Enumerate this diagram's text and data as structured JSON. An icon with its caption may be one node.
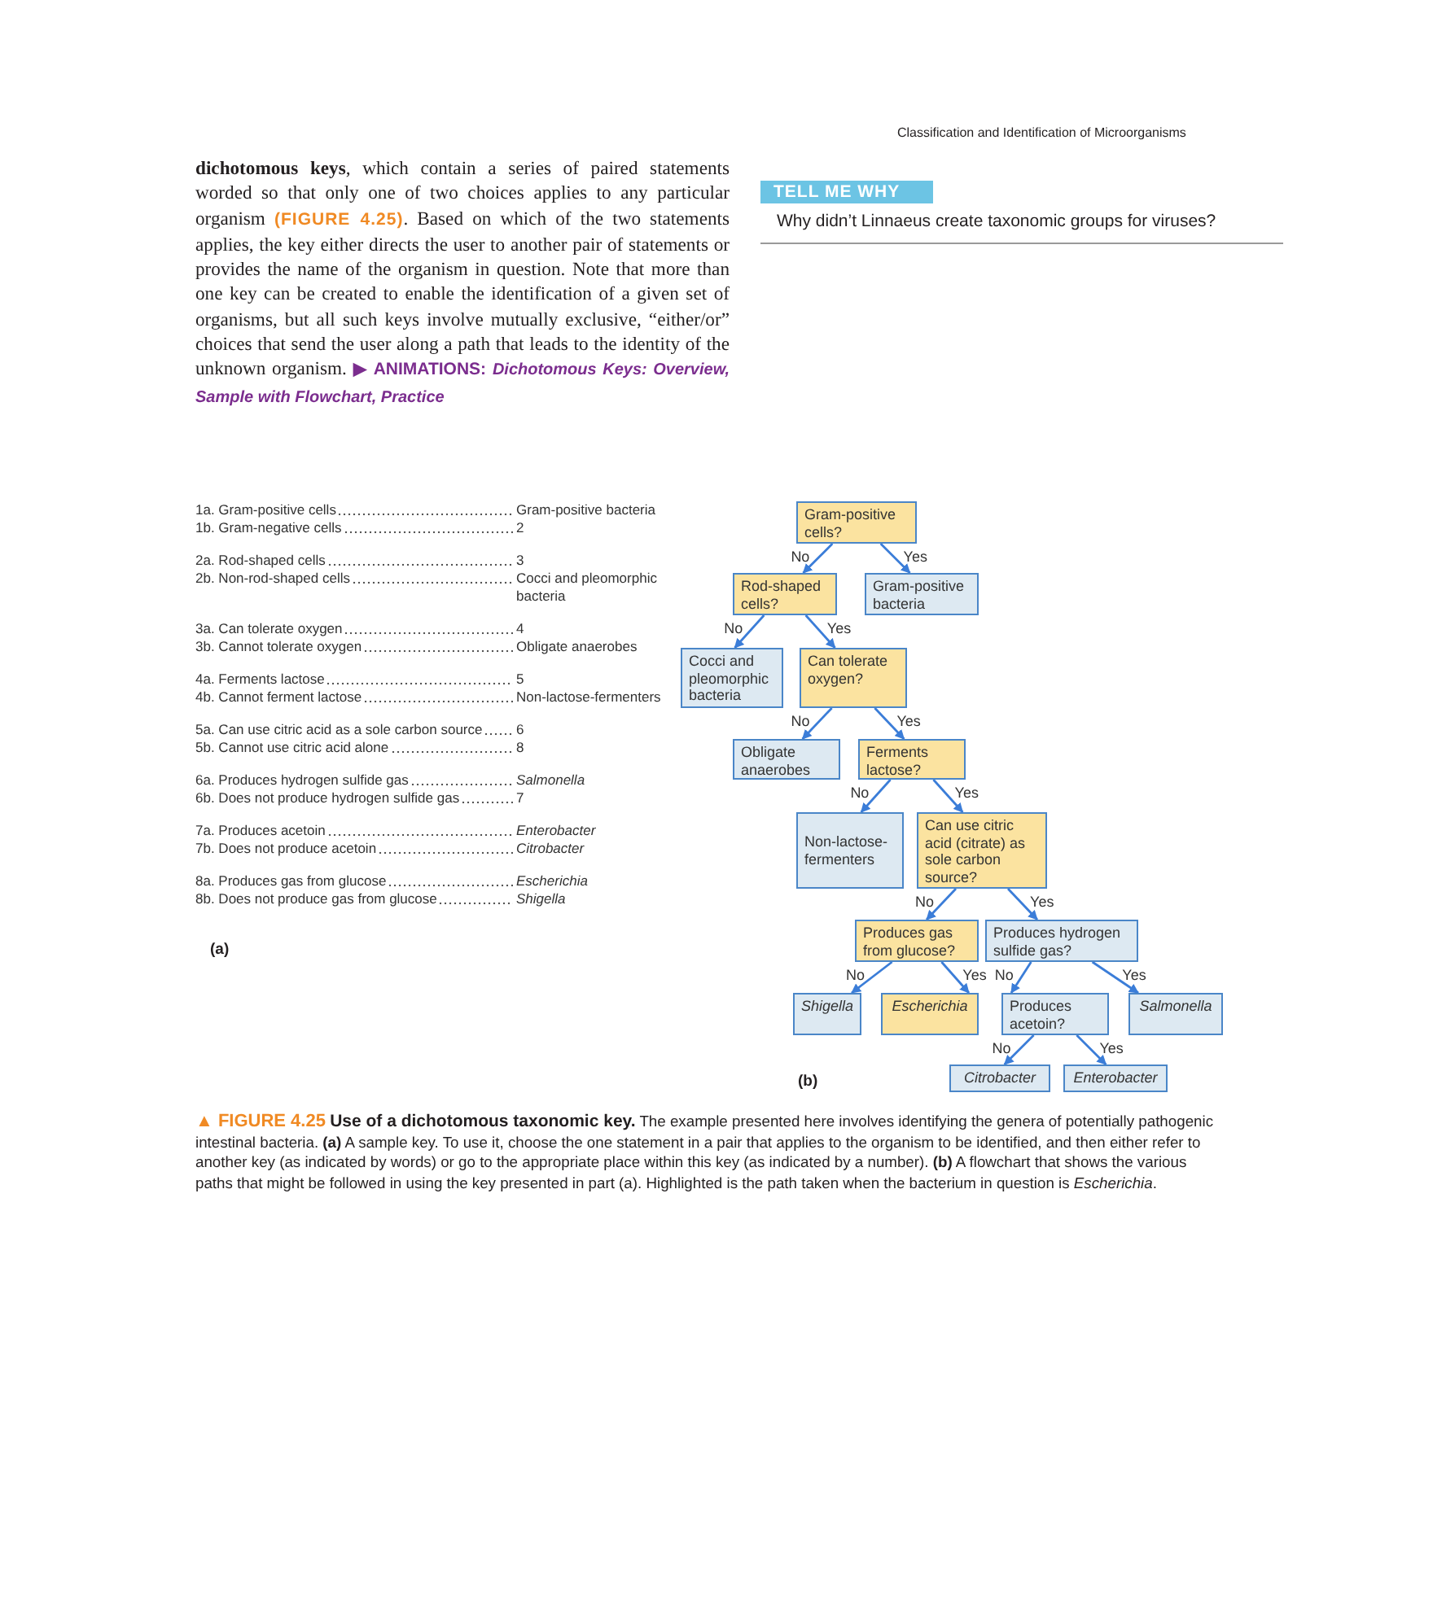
{
  "diagram": {
    "caption": "**▲ FIGURE 4.25** **Use of a dichotomous taxonomic key.** The example presented here involves identifying the genera of potentially pathogenic intestinal bacteria. **(a)** A sample key. To use it, choose the one statement in a pair that applies to the organism to be identified, and then either refer to another key (as indicated by words) or go to the appropriate place within this key (as indicated by a number). **(b)** A flowchart that shows the various paths that might be followed in using the key presented in part (a). Highlighted is the path taken when the bacterium in question is *Escherichia*.",
    "nodes": [
      {
        "text": [
          "Gram-positive cells?"
        ]
      },
      {
        "text": [
          "Rod-shaped cells?"
        ]
      },
      {
        "text": [
          "Gram-positive bacteria"
        ]
      },
      {
        "text": [
          "Cocci and pleomorphic bacteria"
        ]
      },
      {
        "text": [
          "Can tolerate oxygen?"
        ]
      },
      {
        "text": [
          "Obligate anaerobes"
        ]
      },
      {
        "text": [
          "Ferments lactose?"
        ]
      },
      {
        "text": [
          "Non-lactose-fermenters"
        ]
      },
      {
        "text": [
          "Can use citric acid (citrate) as sole carbon source?"
        ]
      },
      {
        "text": [
          "Produces gas from glucose?"
        ]
      },
      {
        "text": [
          "Produces hydrogen sulfide gas?"
        ]
      },
      {
        "text": [
          "Shigella"
        ]
      },
      {
        "text": [
          "Escherichia"
        ]
      },
      {
        "text": [
          "Produces acetoin?"
        ]
      },
      {
        "text": [
          "Salmonella"
        ]
      },
      {
        "text": [
          "Citrobacter"
        ]
      },
      {
        "text": [
          "Enterobacter"
        ]
      }
    ],
    "edges": [
      {
        "from": 0,
        "to": 1,
        "arrow": "to",
        "label": "No"
      },
      {
        "from": 0,
        "to": 2,
        "arrow": "to",
        "label": "Yes"
      },
      {
        "from": 1,
        "to": 3,
        "arrow": "to",
        "label": "No"
      },
      {
        "from": 1,
        "to": 4,
        "arrow": "to",
        "label": "Yes"
      },
      {
        "from": 4,
        "to": 5,
        "arrow": "to",
        "label": "No"
      },
      {
        "from": 4,
        "to": 6,
        "arrow": "to",
        "label": "Yes"
      },
      {
        "from": 6,
        "to": 7,
        "arrow": "to",
        "label": "No"
      },
      {
        "from": 6,
        "to": 8,
        "arrow": "to",
        "label": "Yes"
      },
      {
        "from": 8,
        "to": 9,
        "arrow": "to",
        "label": "No"
      },
      {
        "from": 8,
        "to": 10,
        "arrow": "to",
        "label": "Yes"
      },
      {
        "from": 9,
        "to": 11,
        "arrow": "to",
        "label": "No"
      },
      {
        "from": 9,
        "to": 12,
        "arrow": "to",
        "label": "Yes"
      },
      {
        "from": 10,
        "to": 13,
        "arrow": "to",
        "label": "No"
      },
      {
        "from": 10,
        "to": 14,
        "arrow": "to",
        "label": "Yes"
      },
      {
        "from": 13,
        "to": 15,
        "arrow": "to",
        "label": "No"
      },
      {
        "from": 13,
        "to": 16,
        "arrow": "to",
        "label": "Yes"
      }
    ],
    "labels": [
      "Classification and Identification of Microorganisms",
      "**dichotomous keys**, which contain a series of paired statements worded so that only one of two choices applies to any particular organism **(FIGURE 4.25)**. Based on which of the two statements applies, the key either directs the user to another pair of statements or provides the name of the organism in question. Note that more than one key can be created to enable the identification of a given set of organisms, but all such keys involve mutually exclusive, “either/or” choices that send the user along a path that leads to the identity of the unknown organism. **▶ ANIMATIONS:** *Dichotomous Keys: Overview, Sample with Flowchart, Practice*",
      "TELL ME WHY",
      "Why didn’t Linnaeus create taxonomic groups for viruses?",
      "1a. Gram-positive cells",
      "Gram-positive bacteria",
      "1b. Gram-negative cells",
      "2",
      "2a. Rod-shaped cells",
      "3",
      "2b. Non-rod-shaped cells",
      "Cocci and pleomorphic bacteria",
      "3a. Can tolerate oxygen",
      "4",
      "3b. Cannot tolerate oxygen",
      "Obligate anaerobes",
      "4a. Ferments lactose",
      "5",
      "4b. Cannot ferment lactose",
      "Non-lactose-fermenters",
      "5a. Can use citric acid as a sole carbon source",
      "6",
      "5b. Cannot use citric acid alone",
      "8",
      "6a. Produces hydrogen sulfide gas",
      "Salmonella",
      "6b. Does not produce hydrogen sulfide gas",
      "7",
      "7a. Produces acetoin",
      "Enterobacter",
      "7b. Does not produce acetoin",
      "Citrobacter",
      "8a. Produces gas from glucose",
      "Escherichia",
      "8b. Does not produce gas from glucose",
      "Shigella",
      "(a)",
      "(b)"
    ]
  }
}
